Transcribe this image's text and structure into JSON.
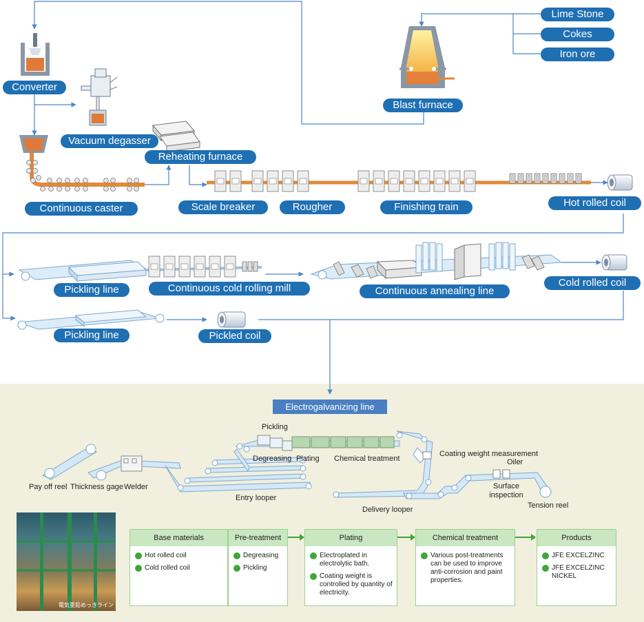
{
  "top_labels": {
    "converter": "Converter",
    "vacuum_degasser": "Vacuum degasser",
    "reheating_furnace": "Reheating furnace",
    "continuous_caster": "Continuous caster",
    "scale_breaker": "Scale breaker",
    "rougher": "Rougher",
    "finishing_train": "Finishing train",
    "hot_rolled_coil": "Hot rolled coil",
    "lime_stone": "Lime Stone",
    "cokes": "Cokes",
    "iron_ore": "Iron ore",
    "blast_furnace": "Blast furnace",
    "pickling_line_1": "Pickling line",
    "continuous_cold_rolling_mill": "Continuous cold rolling mill",
    "continuous_annealing_line": "Continuous annealing line",
    "cold_rolled_coil": "Cold rolled coil",
    "pickling_line_2": "Pickling line",
    "pickled_coil": "Pickled coil"
  },
  "eg_line": {
    "title": "Electrogalvanizing line",
    "pickling": "Pickling",
    "degreasing": "Degreasing",
    "plating": "Plating",
    "chemical_treatment": "Chemical treatment",
    "coating_weight": "Coating weight measurement",
    "oiler": "Oiler",
    "pay_off_reel": "Pay off reel",
    "thickness_gage": "Thickness gage",
    "welder": "Welder",
    "entry_looper": "Entry looper",
    "delivery_looper": "Delivery looper",
    "surface_inspection_1": "Surface",
    "surface_inspection_2": "inspection",
    "tension_reel": "Tension reel"
  },
  "photo_caption": "電気亜鉛めっきライン",
  "steps": [
    {
      "header": "Base materials",
      "items": [
        "Hot rolled coil",
        "Cold rolled coil"
      ]
    },
    {
      "header": "Pre-treatment",
      "items": [
        "Degreasing",
        "Pickling"
      ]
    },
    {
      "header": "Plating",
      "items": [
        "Electroplated in electrolytic bath.",
        "Coating weight is controlled by quantity of electricity."
      ]
    },
    {
      "header": "Chemical treatment",
      "items": [
        "Various post-treatments can be used to improve anti-corrosion and paint properties."
      ]
    },
    {
      "header": "Products",
      "items": [
        "JFE EXCELZINC",
        "JFE EXCELZINC NICKEL"
      ]
    }
  ],
  "colors": {
    "pill": "#1f6fb3",
    "flow_line": "#4a86c5",
    "green": "#3fa63a",
    "steel": "#e08a3a"
  }
}
